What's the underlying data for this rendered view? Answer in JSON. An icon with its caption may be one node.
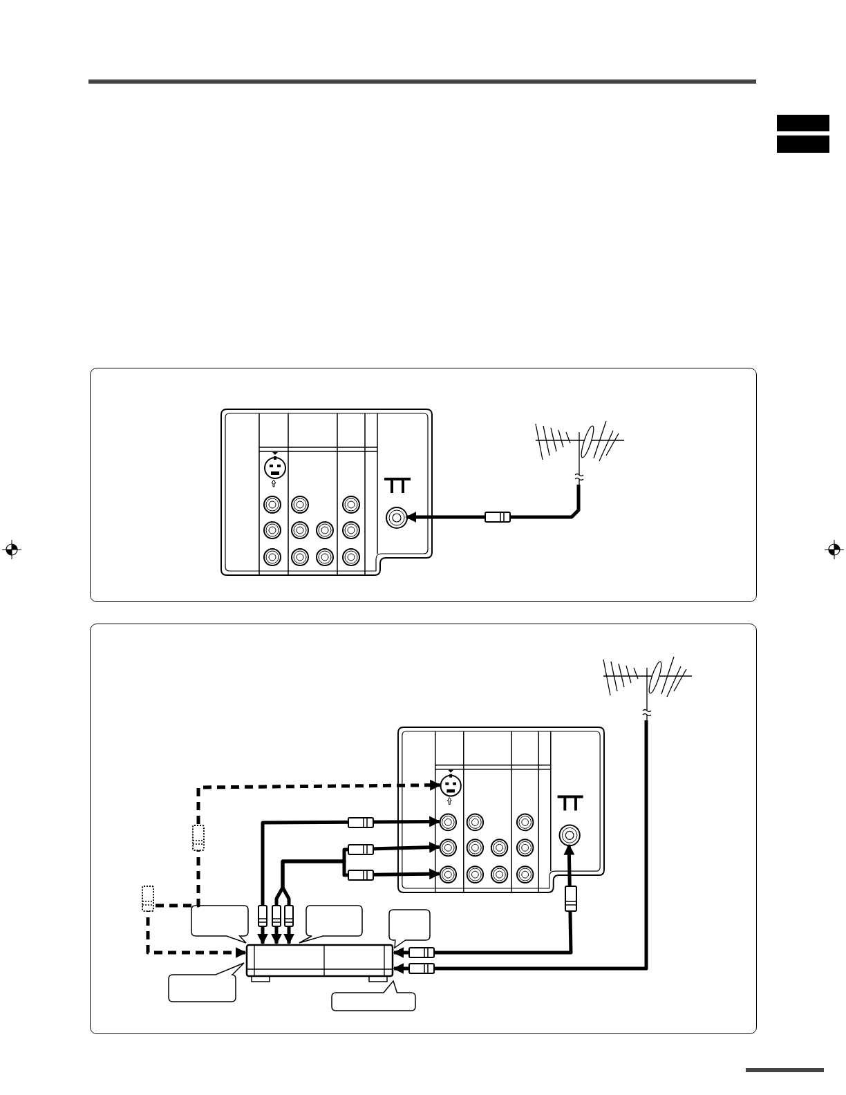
{
  "diagram": {
    "nodes": [
      {
        "text": [],
        "shape": "box"
      },
      {
        "text": [],
        "shape": "picture",
        "in": 0
      },
      {
        "text": [],
        "shape": "picture",
        "in": 0
      },
      {
        "text": [],
        "shape": "box"
      },
      {
        "text": [],
        "shape": "picture",
        "in": 3
      },
      {
        "text": [],
        "shape": "picture",
        "in": 3
      },
      {
        "text": [],
        "shape": "box",
        "in": 3
      },
      {
        "text": [],
        "shape": "callout",
        "in": 3
      },
      {
        "text": [],
        "shape": "callout",
        "in": 3
      },
      {
        "text": [],
        "shape": "callout",
        "in": 3
      },
      {
        "text": [],
        "shape": "callout",
        "in": 3
      },
      {
        "text": [],
        "shape": "callout",
        "in": 3
      },
      {
        "text": [],
        "shape": "bar"
      },
      {
        "text": [],
        "shape": "bar"
      }
    ],
    "edges": [
      {
        "from": 2,
        "to": 1,
        "arrow": "to"
      },
      {
        "from": 4,
        "to": 6,
        "arrow": "to"
      },
      {
        "from": 6,
        "to": 5,
        "arrow": "both"
      },
      {
        "from": 6,
        "to": 5,
        "arrow": "both",
        "style": "dashed"
      },
      {
        "from": 6,
        "to": 5,
        "arrow": "both"
      },
      {
        "from": 6,
        "to": 5,
        "arrow": "both"
      },
      {
        "from": 6,
        "to": 5,
        "arrow": "both"
      }
    ]
  }
}
